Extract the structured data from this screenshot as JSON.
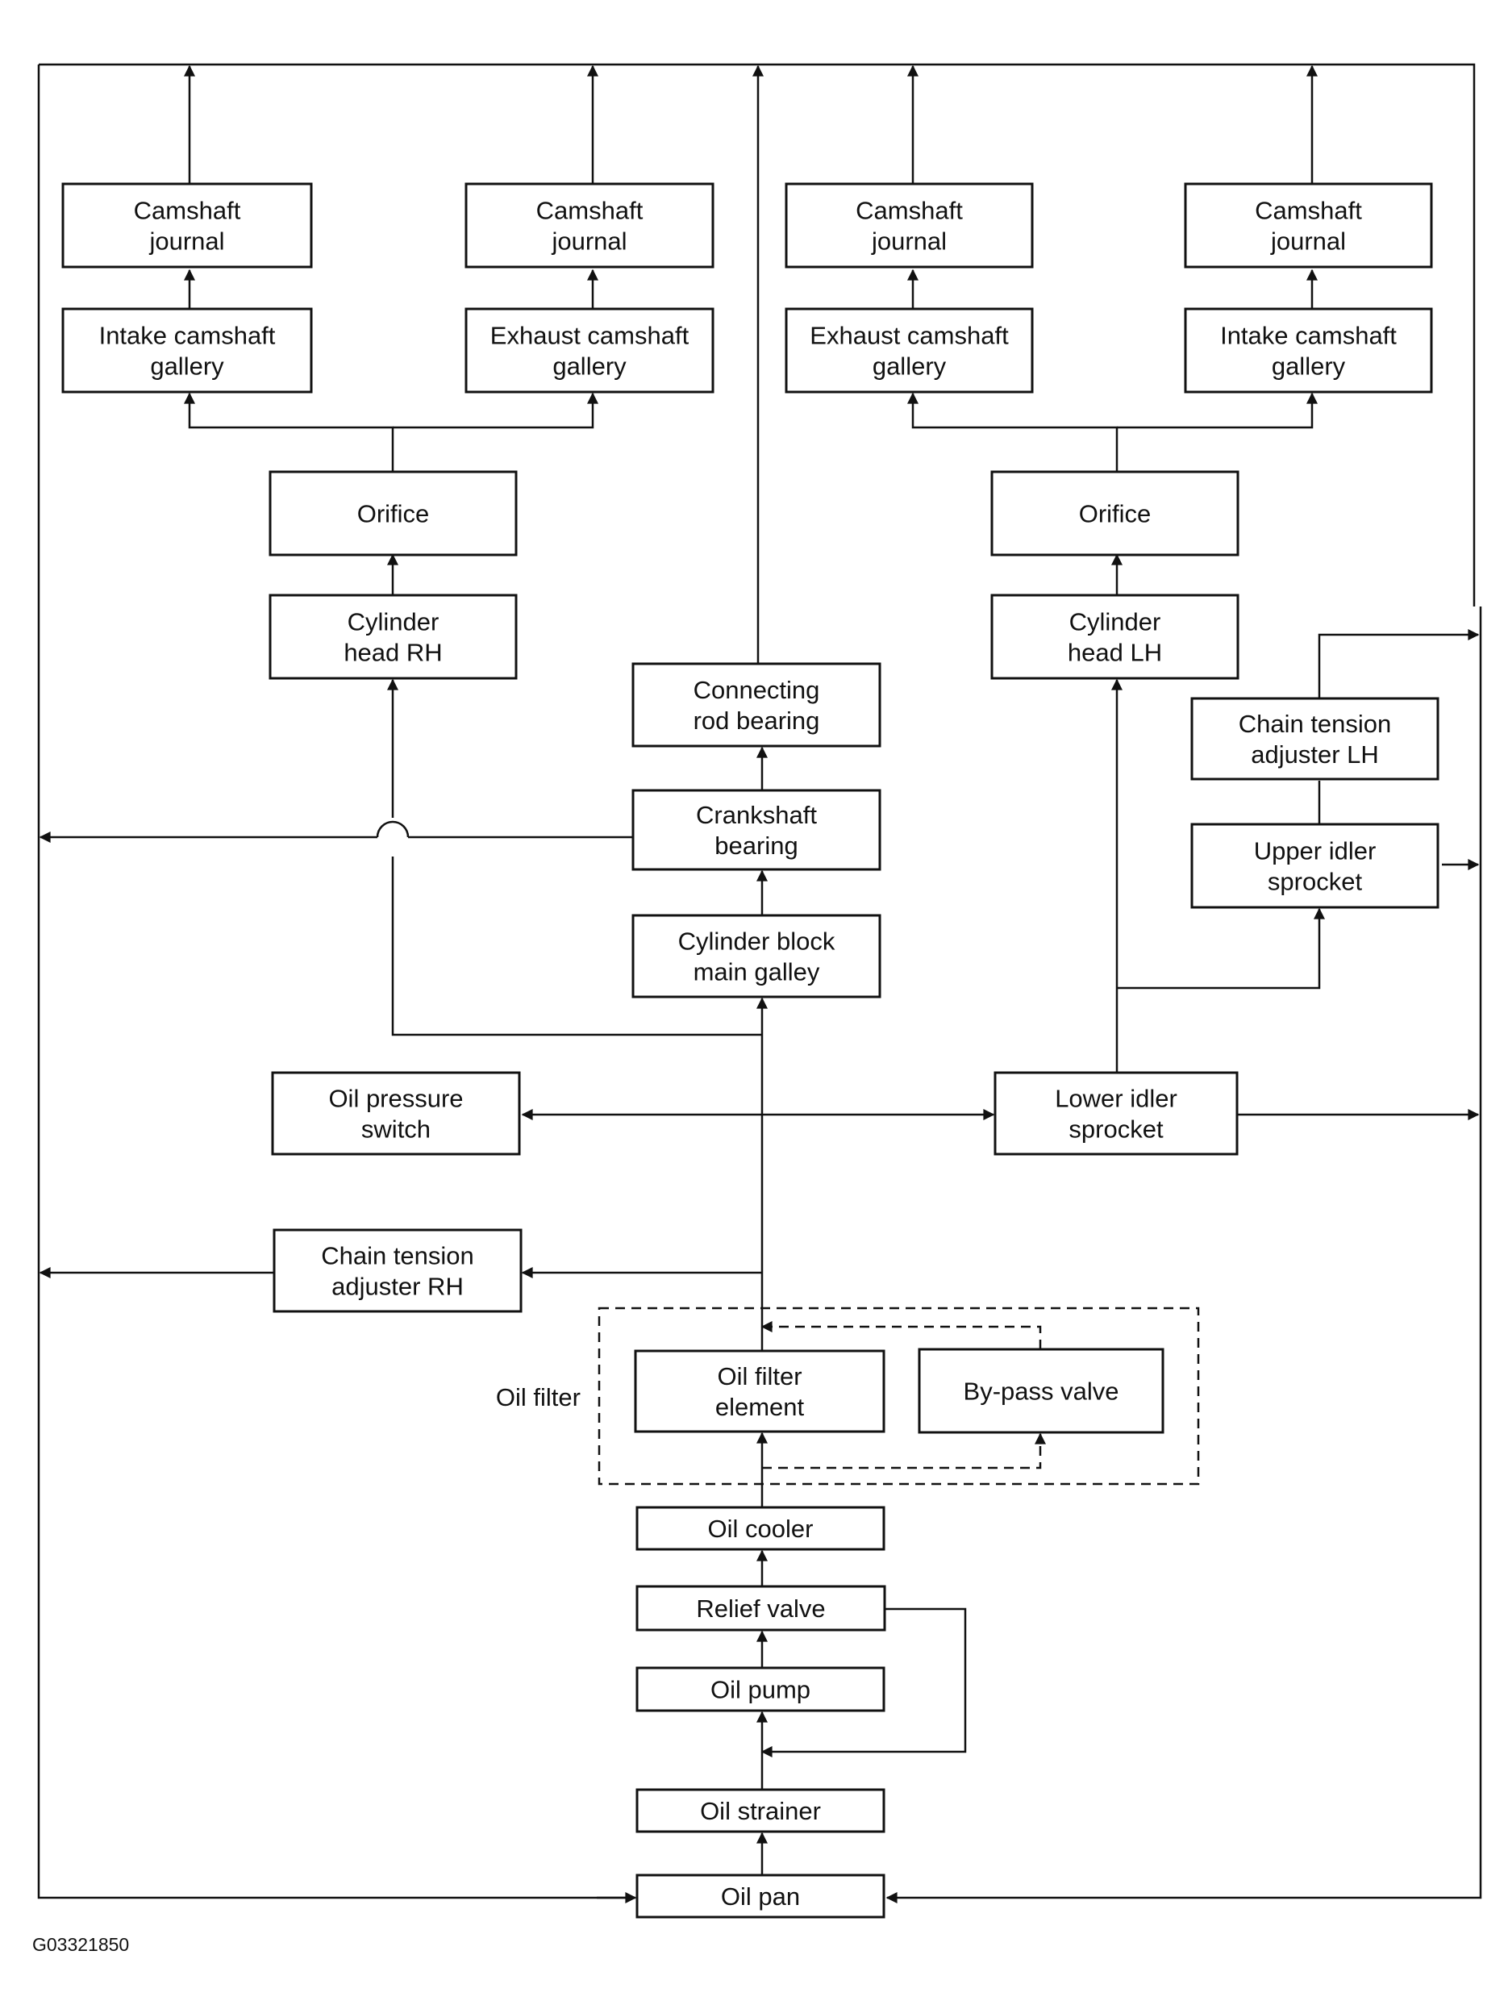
{
  "boxes": {
    "cam_journal_1": [
      "Camshaft",
      "journal"
    ],
    "cam_journal_2": [
      "Camshaft",
      "journal"
    ],
    "cam_journal_3": [
      "Camshaft",
      "journal"
    ],
    "cam_journal_4": [
      "Camshaft",
      "journal"
    ],
    "intake_gallery_rh": [
      "Intake camshaft",
      "gallery"
    ],
    "exhaust_gallery_rh": [
      "Exhaust camshaft",
      "gallery"
    ],
    "exhaust_gallery_lh": [
      "Exhaust camshaft",
      "gallery"
    ],
    "intake_gallery_lh": [
      "Intake camshaft",
      "gallery"
    ],
    "orifice_rh": [
      "Orifice"
    ],
    "orifice_lh": [
      "Orifice"
    ],
    "cyl_head_rh": [
      "Cylinder",
      "head RH"
    ],
    "cyl_head_lh": [
      "Cylinder",
      "head LH"
    ],
    "conn_rod": [
      "Connecting",
      "rod bearing"
    ],
    "crank_bearing": [
      "Crankshaft",
      "bearing"
    ],
    "main_gallery": [
      "Cylinder block",
      "main galley"
    ],
    "chain_lh": [
      "Chain tension",
      "adjuster LH"
    ],
    "upper_idler": [
      "Upper idler",
      "sprocket"
    ],
    "oil_pressure": [
      "Oil pressure",
      "switch"
    ],
    "lower_idler": [
      "Lower idler",
      "sprocket"
    ],
    "chain_rh": [
      "Chain tension",
      "adjuster RH"
    ],
    "filter_element": [
      "Oil filter",
      "element"
    ],
    "bypass": [
      "By-pass valve"
    ],
    "oil_cooler": [
      "Oil cooler"
    ],
    "relief": [
      "Relief valve"
    ],
    "oil_pump": [
      "Oil pump"
    ],
    "strainer": [
      "Oil strainer"
    ],
    "oil_pan": [
      "Oil pan"
    ]
  },
  "oil_filter_label": "Oil filter",
  "figure_id": "G03321850"
}
